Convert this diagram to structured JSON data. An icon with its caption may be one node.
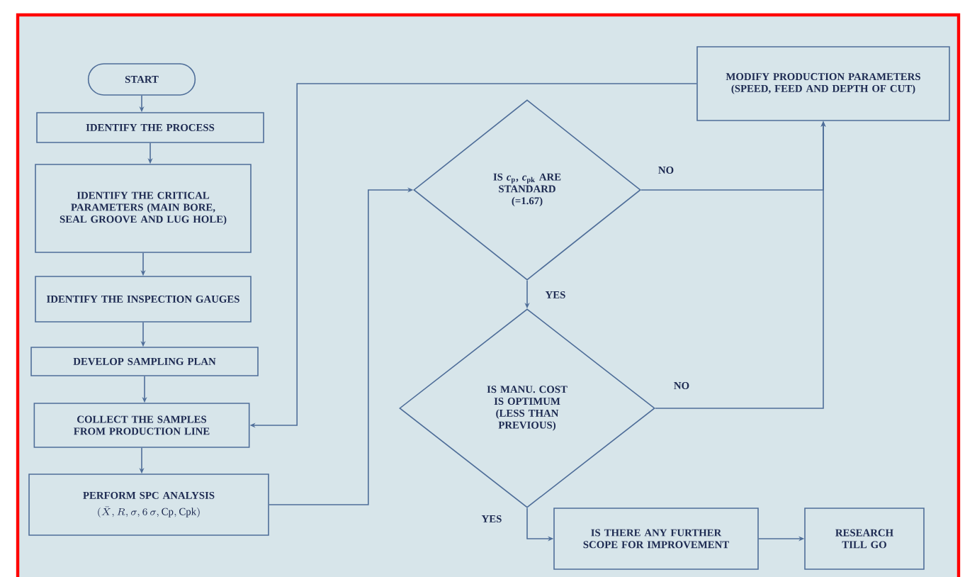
{
  "diagram": {
    "nodes": [
      {
        "text": [
          "START"
        ]
      },
      {
        "text": [
          "IDENTIFY THE PROCESS"
        ]
      },
      {
        "text": [
          "IDENTIFY THE CRITICAL PARAMETERS (MAIN BORE, SEAL GROOVE AND LUG HOLE)"
        ]
      },
      {
        "text": [
          "IDENTIFY THE INSPECTION GAUGES"
        ]
      },
      {
        "text": [
          "DEVELOP SAMPLING PLAN"
        ]
      },
      {
        "text": [
          "COLLECT THE SAMPLES FROM PRODUCTION LINE"
        ]
      },
      {
        "text": [
          "PERFORM SPC ANALYSIS",
          "(\\bar{X}, R, \\sigma, 6\\,\\sigma, \\mathrm{Cp}, \\mathrm{Cpk})"
        ]
      },
      {
        "text": [
          "MODIFY PRODUCTION PARAMETERS (SPEED, FEED AND DEPTH OF CUT)"
        ]
      },
      {
        "text": [
          "IS *c*$_{p}$, *c*$_{pk}$ ARE STANDARD (=1.67)"
        ]
      },
      {
        "text": [
          "IS MANU. COST IS OPTIMUM (LESS THAN PREVIOUS)"
        ]
      },
      {
        "text": [
          "IS THERE ANY FURTHER SCOPE FOR IMPROVEMENT"
        ]
      },
      {
        "text": [
          "RESEARCH TILL GO"
        ]
      }
    ],
    "edges": [
      {
        "from": 0,
        "to": 1,
        "arrow": "to"
      },
      {
        "from": 1,
        "to": 2,
        "arrow": "to"
      },
      {
        "from": 2,
        "to": 3,
        "arrow": "to"
      },
      {
        "from": 3,
        "to": 4,
        "arrow": "to"
      },
      {
        "from": 4,
        "to": 5,
        "arrow": "to"
      },
      {
        "from": 5,
        "to": 6,
        "arrow": "to"
      },
      {
        "from": 6,
        "to": 8,
        "arrow": "to"
      },
      {
        "from": 8,
        "to": 7,
        "arrow": "to",
        "label": "NO"
      },
      {
        "from": 9,
        "to": 7,
        "arrow": "to",
        "label": "NO"
      },
      {
        "from": 7,
        "to": 5,
        "arrow": "to"
      },
      {
        "from": 8,
        "to": 9,
        "arrow": "to",
        "label": "YES"
      },
      {
        "from": 9,
        "to": 10,
        "arrow": "to",
        "label": "YES"
      },
      {
        "from": 10,
        "to": 11,
        "arrow": "to"
      }
    ]
  }
}
